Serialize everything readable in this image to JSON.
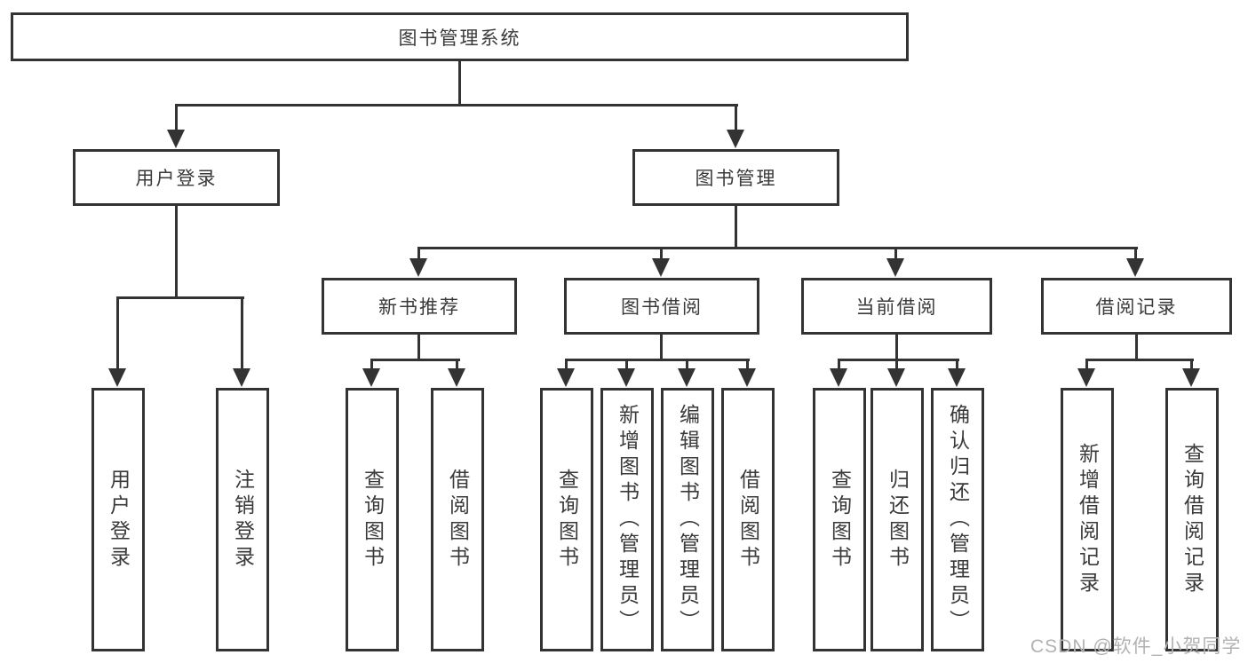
{
  "tree": {
    "label": "图书管理系统",
    "children": [
      {
        "label": "用户登录",
        "children": [
          {
            "label": "用户登录"
          },
          {
            "label": "注销登录"
          }
        ]
      },
      {
        "label": "图书管理",
        "children": [
          {
            "label": "新书推荐",
            "children": [
              {
                "label": "查询图书"
              },
              {
                "label": "借阅图书"
              }
            ]
          },
          {
            "label": "图书借阅",
            "children": [
              {
                "label": "查询图书"
              },
              {
                "label": "新增图书（管理员）"
              },
              {
                "label": "编辑图书（管理员）"
              },
              {
                "label": "借阅图书"
              }
            ]
          },
          {
            "label": "当前借阅",
            "children": [
              {
                "label": "查询图书"
              },
              {
                "label": "归还图书"
              },
              {
                "label": "确认归还（管理员）"
              }
            ]
          },
          {
            "label": "借阅记录",
            "children": [
              {
                "label": "新增借阅记录"
              },
              {
                "label": "查询借阅记录"
              }
            ]
          }
        ]
      }
    ]
  },
  "watermark": {
    "text": "CSDN @软件_小贺同学"
  },
  "colors": {
    "line": "#333333",
    "text": "#3a3a3a",
    "watermark": "#b2b2b2",
    "background": "#ffffff"
  }
}
